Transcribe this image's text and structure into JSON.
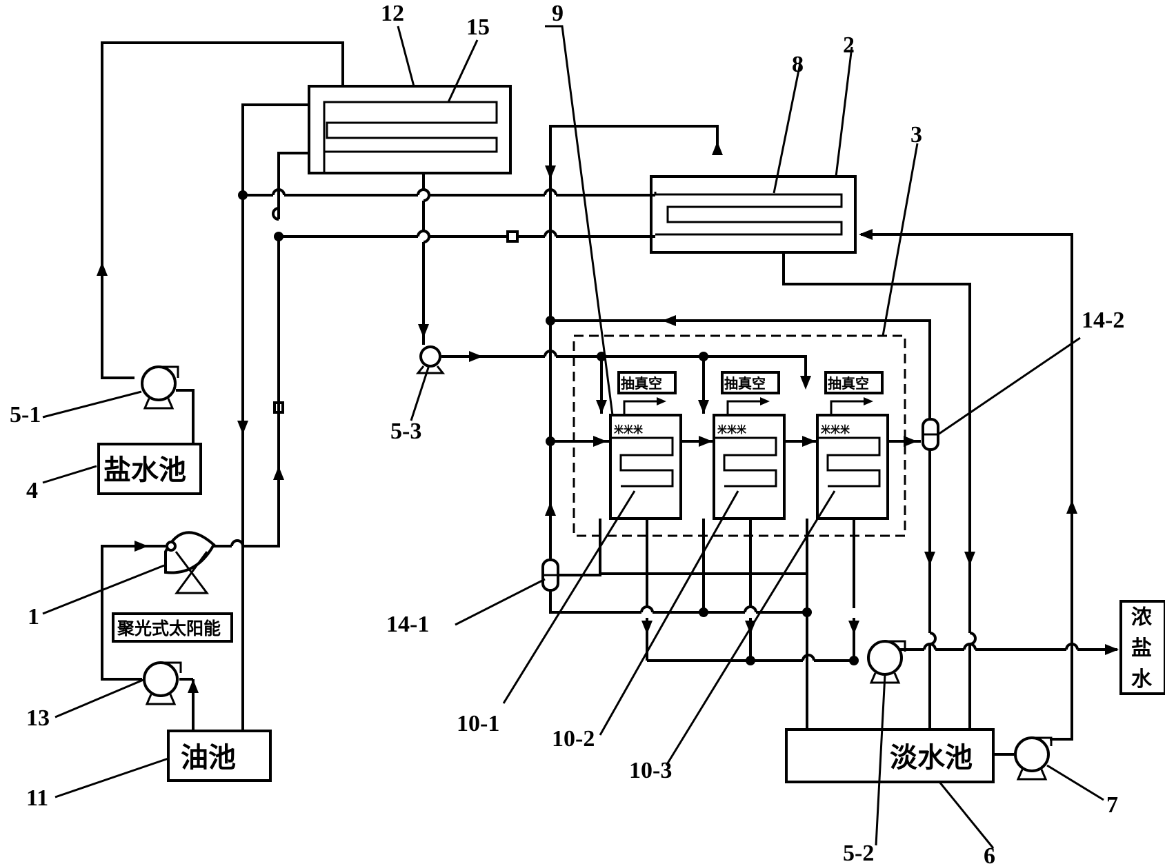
{
  "boxes": {
    "brine_pool": "盐水池",
    "oil_pool": "油池",
    "fresh_water_pool": "淡水池",
    "concentrated_brine": "浓盐水",
    "solar_label": "聚光式太阳能",
    "vacuum_label": "抽真空"
  },
  "numbers": {
    "n1": "1",
    "n2": "2",
    "n3": "3",
    "n4": "4",
    "n5_1": "5-1",
    "n5_2": "5-2",
    "n5_3": "5-3",
    "n6": "6",
    "n7": "7",
    "n8": "8",
    "n9": "9",
    "n10_1": "10-1",
    "n10_2": "10-2",
    "n10_3": "10-3",
    "n11": "11",
    "n12": "12",
    "n13": "13",
    "n14_1": "14-1",
    "n14_2": "14-2",
    "n15": "15"
  }
}
